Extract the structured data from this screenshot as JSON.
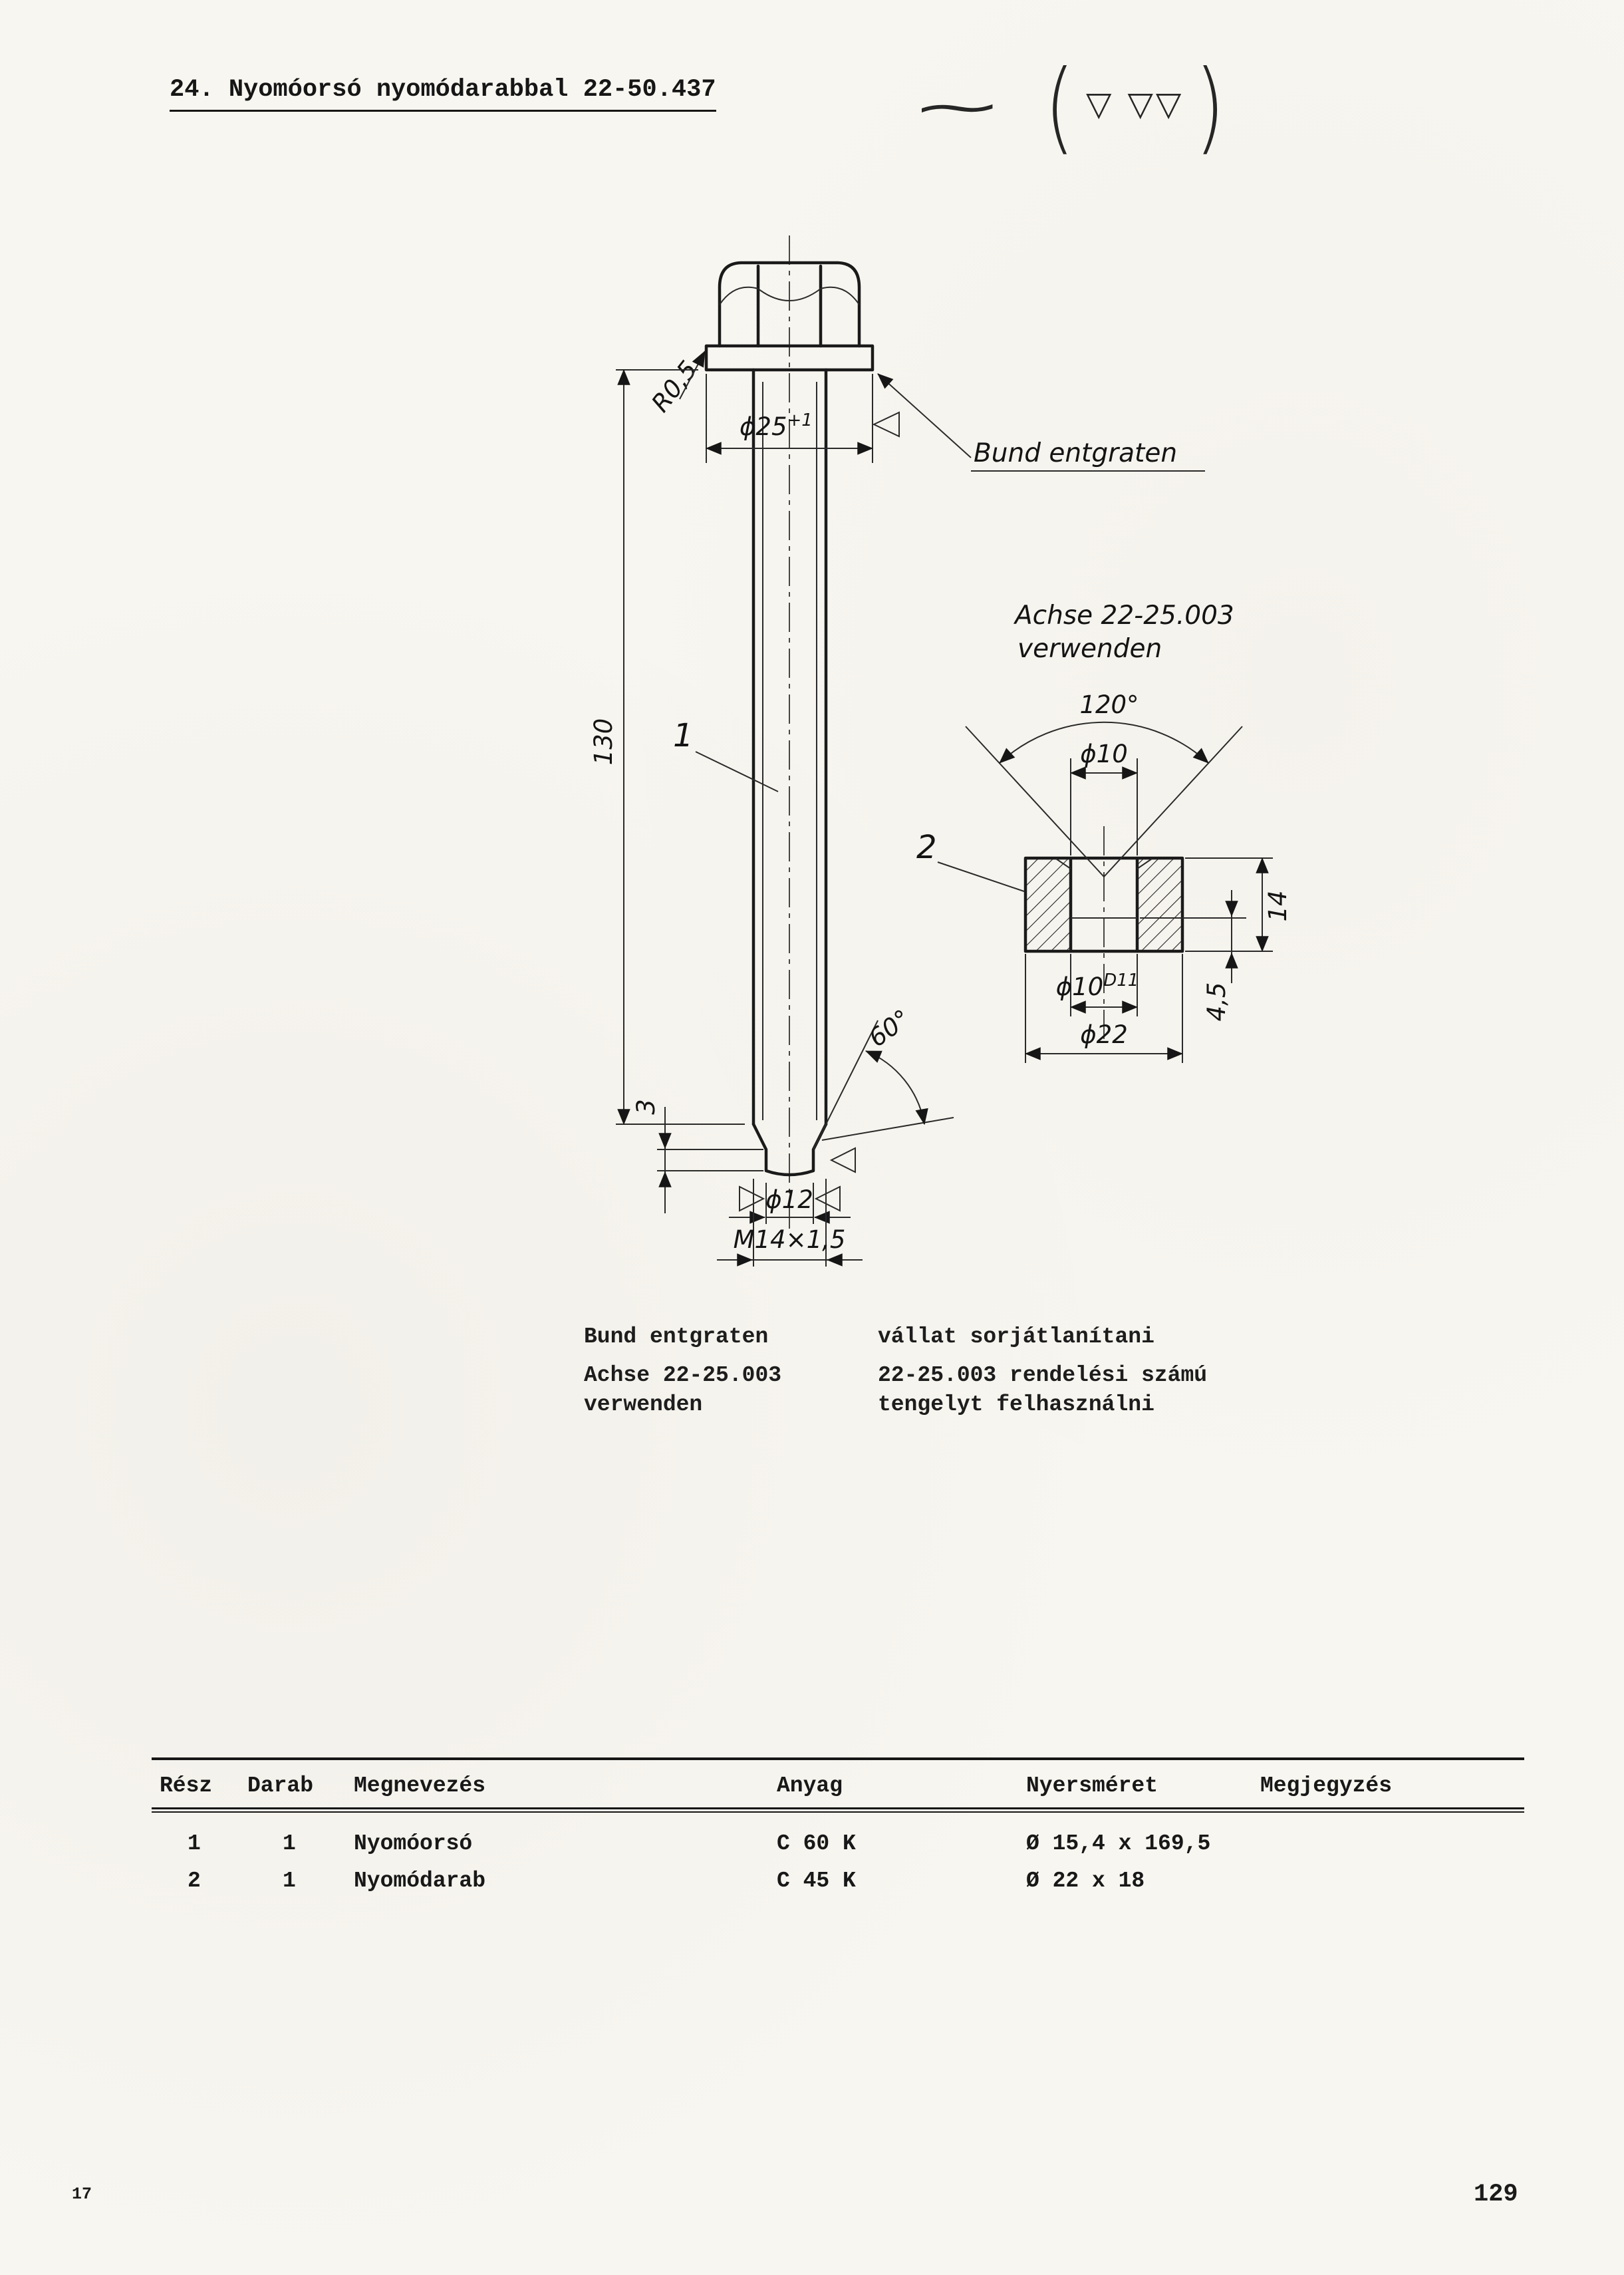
{
  "page": {
    "title": "24. Nyomóorsó nyomódarabbal 22-50.437",
    "footnote": "17",
    "page_number": "129"
  },
  "finish_symbols": {
    "tilde": "∼",
    "paren_open": "(",
    "tri_single": "▽",
    "tri_double": "▽▽",
    "paren_close": ")"
  },
  "drawing": {
    "spindle": {
      "callout": "1",
      "note_bund": "Bund entgraten",
      "dim_radius": "R0,5",
      "dim_flange_dia": "ϕ25",
      "dim_flange_tol": "+1",
      "dim_length": "130",
      "dim_tip_angle": "60°",
      "dim_tip_len": "3",
      "dim_tip_dia": "ϕ12",
      "dim_thread": "M14×1,5"
    },
    "pressure_piece": {
      "callout": "2",
      "note_achse_1": "Achse 22-25.003",
      "note_achse_2": "verwenden",
      "dim_angle": "120°",
      "dim_hole": "ϕ10",
      "dim_height": "14",
      "dim_step": "4,5",
      "dim_bore": "ϕ10",
      "dim_bore_fit": "D11",
      "dim_outer": "ϕ22"
    }
  },
  "notes": {
    "rows": [
      {
        "de": "Bund entgraten",
        "hu": "vállat sorjátlanítani"
      },
      {
        "de": "Achse 22-25.003",
        "hu": "22-25.003 rendelési számú"
      },
      {
        "de": "verwenden",
        "hu": "tengelyt felhasználni"
      }
    ]
  },
  "table": {
    "headers": [
      "Rész",
      "Darab",
      "Megnevezés",
      "Anyag",
      "Nyersméret",
      "Megjegyzés"
    ],
    "rows": [
      {
        "resz": "1",
        "darab": "1",
        "megnevezes": "Nyomóorsó",
        "anyag": "C 60 K",
        "nyersmeret": "Ø 15,4 x 169,5",
        "megjegyzes": ""
      },
      {
        "resz": "2",
        "darab": "1",
        "megnevezes": "Nyomódarab",
        "anyag": "C 45 K",
        "nyersmeret": "Ø 22 x 18",
        "megjegyzes": ""
      }
    ]
  }
}
